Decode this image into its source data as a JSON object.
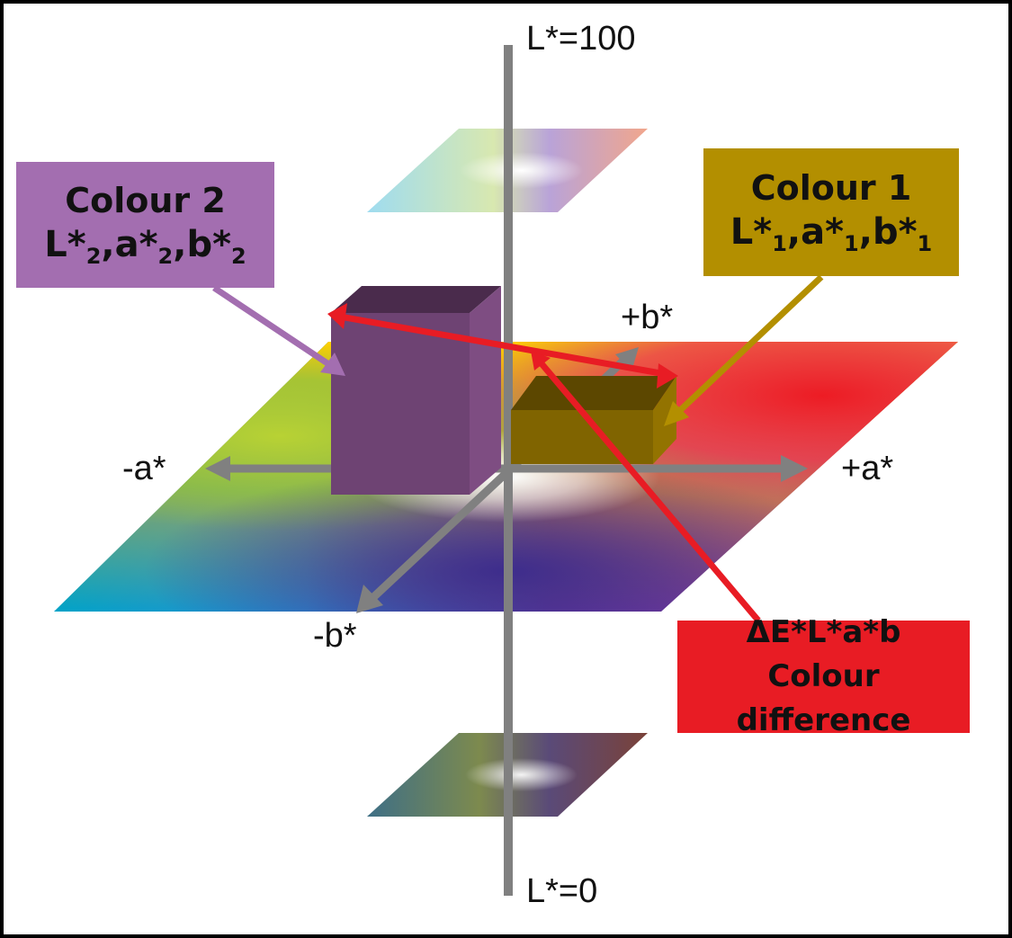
{
  "axes": {
    "l_top": "L*=100",
    "l_bottom": "L*=0",
    "plus_a": "+a*",
    "minus_a": "-a*",
    "plus_b": "+b*",
    "minus_b": "-b*"
  },
  "colour2": {
    "title": "Colour 2",
    "values": {
      "l": "L*",
      "l_sub": "2",
      "a": "a*",
      "a_sub": "2",
      "b": "b*",
      "b_sub": "2"
    },
    "box_color": "#a36eb0",
    "block_color": "#6e4373"
  },
  "colour1": {
    "title": "Colour 1",
    "values": {
      "l": "L*",
      "l_sub": "1",
      "a": "a*",
      "a_sub": "1",
      "b": "b*",
      "b_sub": "1"
    },
    "box_color": "#b38f00",
    "block_color": "#806400"
  },
  "delta": {
    "title": "ΔE*L*a*b",
    "subtitle": "Colour difference",
    "box_color": "#e81c24"
  },
  "colors": {
    "axis": "#808080",
    "difference_arrow": "#e81c24",
    "frame": "#000000"
  }
}
